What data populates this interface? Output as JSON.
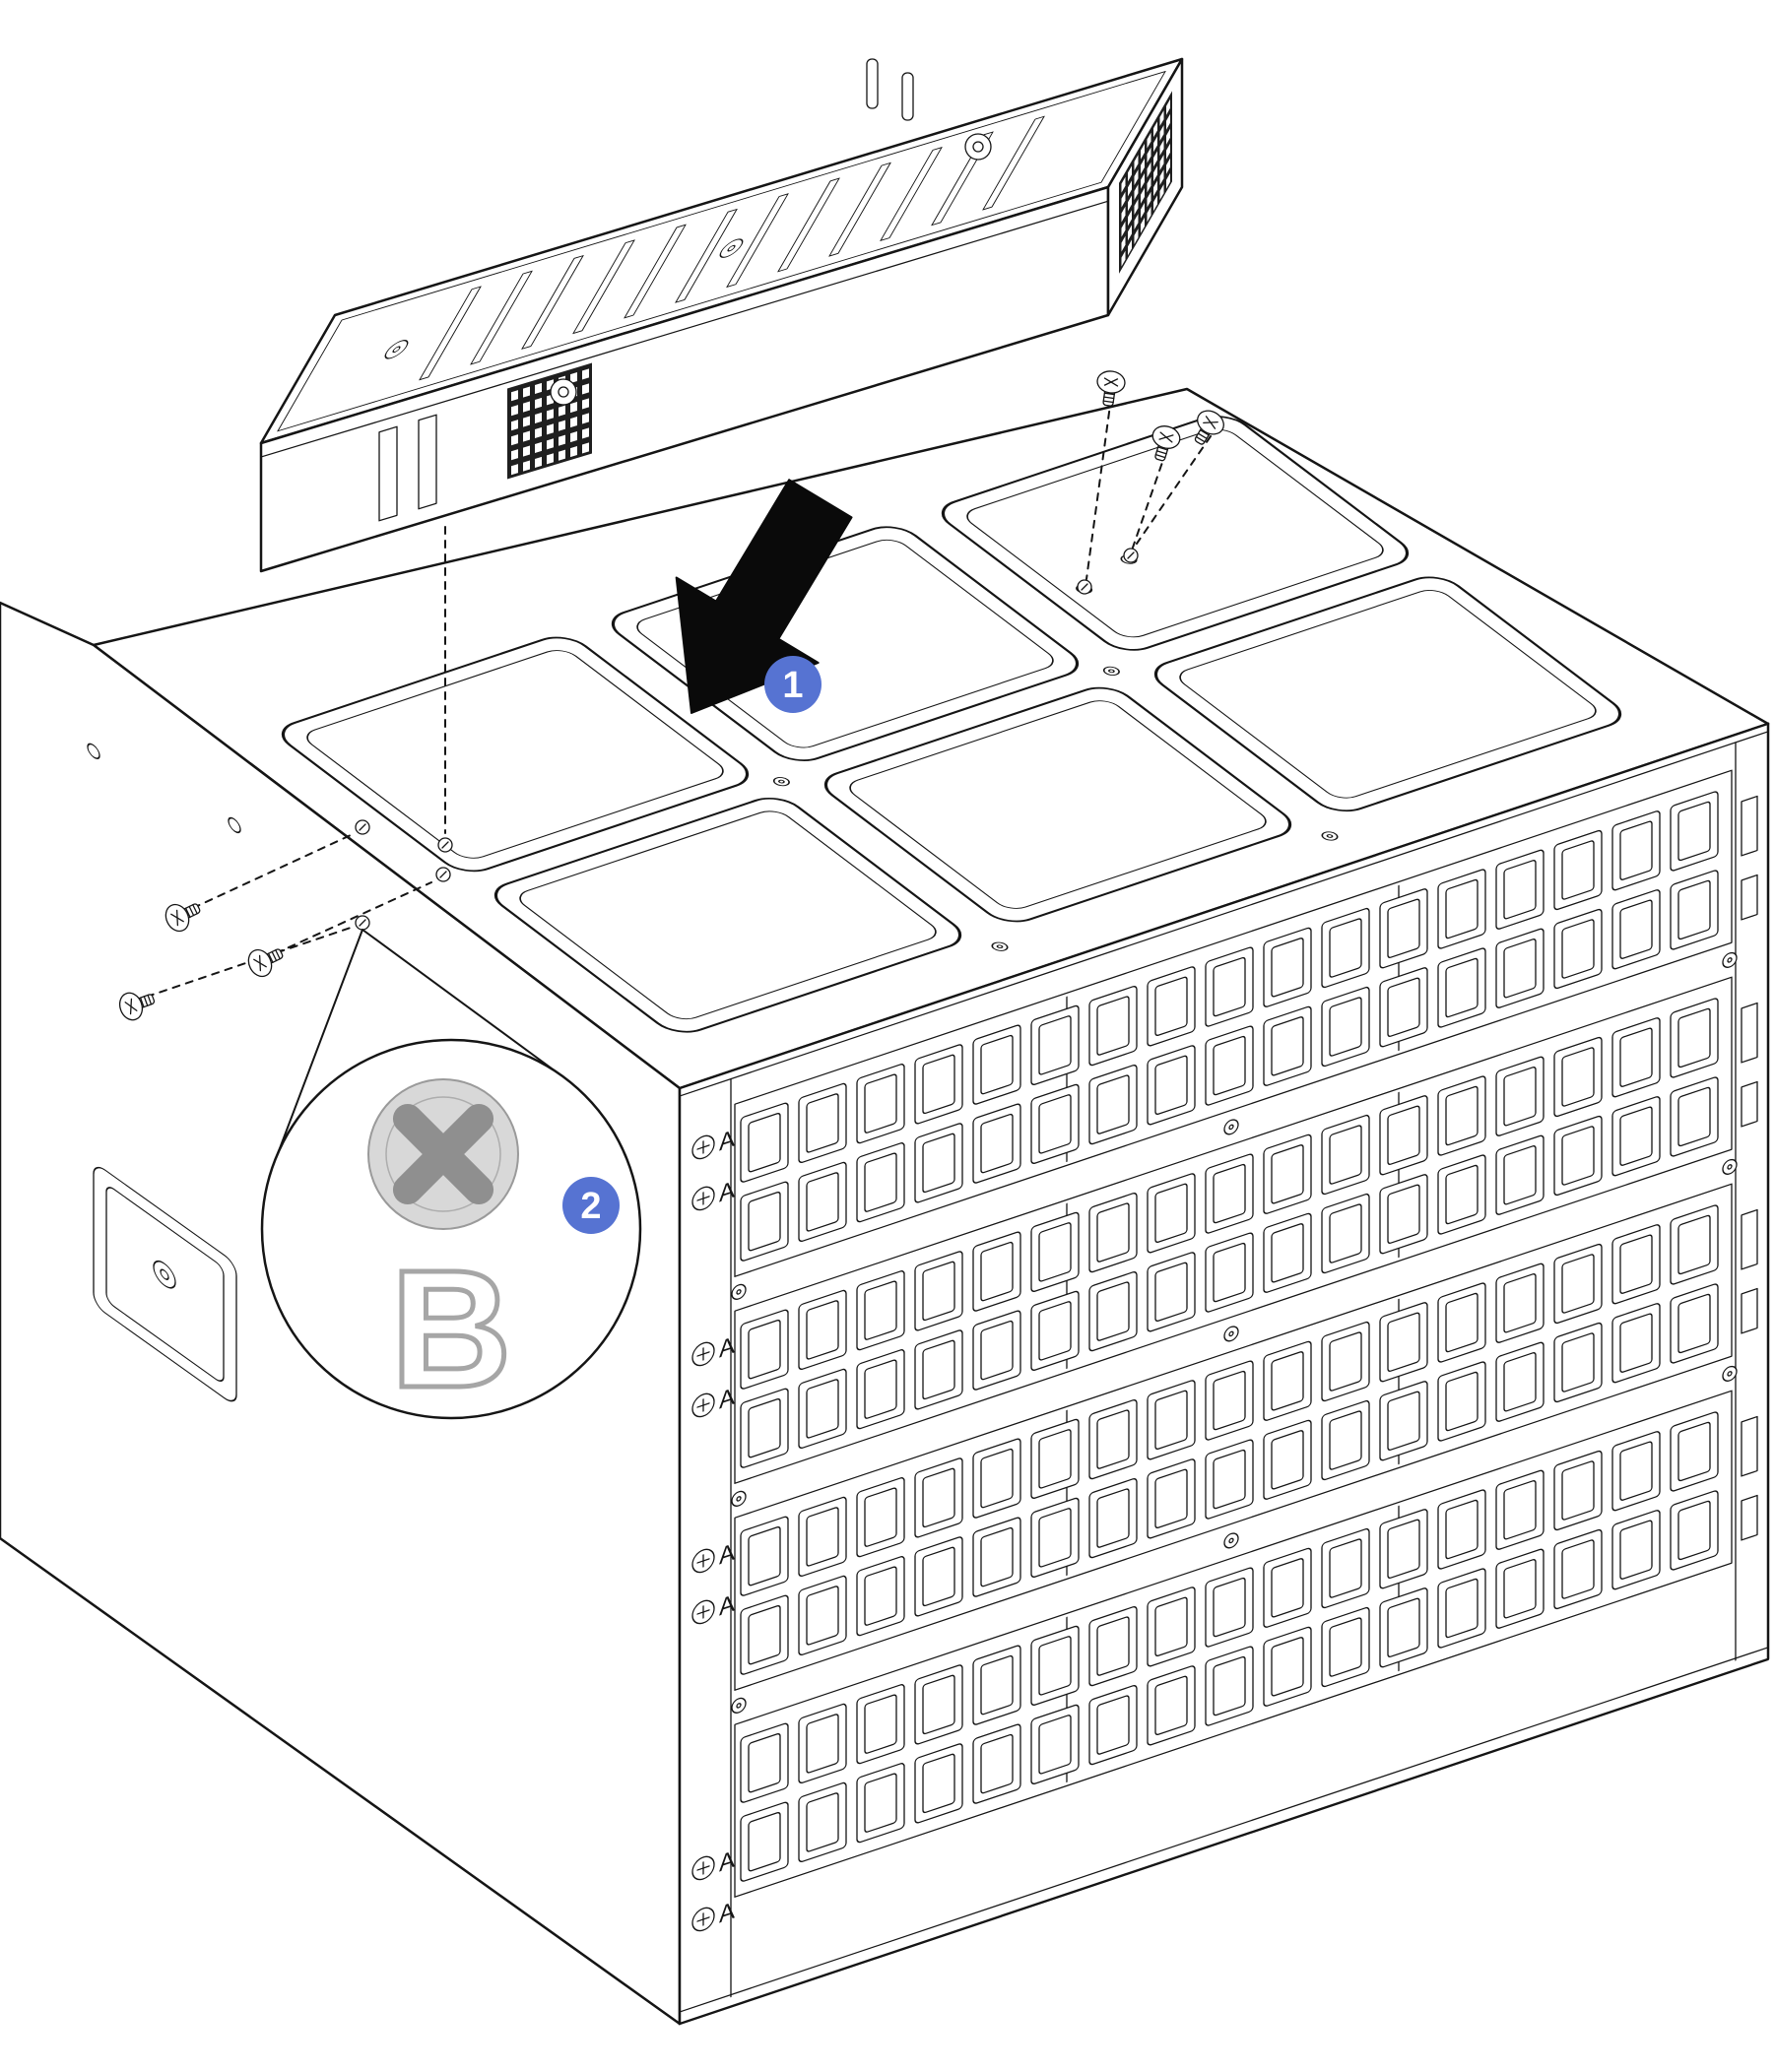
{
  "callouts": {
    "step1": "1",
    "step2": "2",
    "badge_color": "#5673d2",
    "badge_text_color": "#ffffff"
  },
  "magnifier": {
    "screw_type_label": "B",
    "head_color": "#d8d8d8",
    "cross_color": "#8f8f8f",
    "outline_color": "#a6a6a6"
  },
  "front_panel": {
    "screw_type_labels": [
      "A",
      "A",
      "A",
      "A",
      "A",
      "A",
      "A",
      "A"
    ]
  },
  "colors": {
    "line": "#151515",
    "background": "#ffffff",
    "connector_dark": "#1f1f1f"
  }
}
